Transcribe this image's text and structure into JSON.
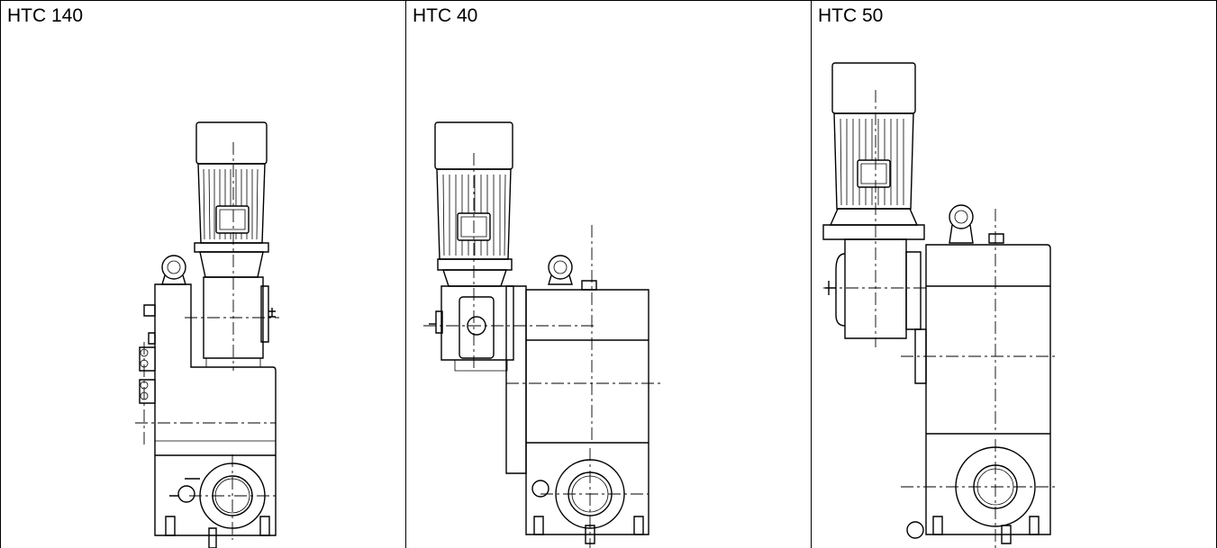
{
  "figures": [
    {
      "label": "HTC 140",
      "icon": "htc-140-gear-motor-drawing"
    },
    {
      "label": "HTC 40",
      "icon": "htc-40-gear-motor-drawing"
    },
    {
      "label": "HTC 50",
      "icon": "htc-50-gear-motor-drawing"
    }
  ]
}
